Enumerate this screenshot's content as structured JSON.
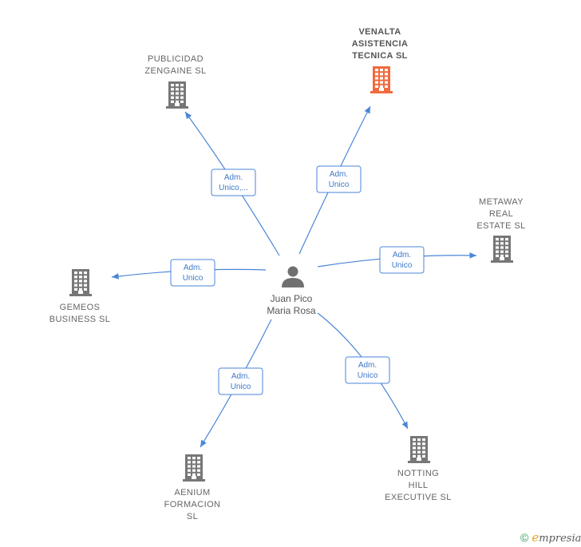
{
  "colors": {
    "edge": "#4a86d8",
    "building": "#777777",
    "building_highlight": "#f26a3d",
    "person": "#707070"
  },
  "center": {
    "name_lines": [
      "Juan Pico",
      "Maria Rosa"
    ],
    "icon": "person-icon"
  },
  "companies": [
    {
      "id": "publicidad-zengaine",
      "lines": [
        "PUBLICIDAD",
        "ZENGAINE SL"
      ],
      "highlight": false,
      "icon": "building-icon"
    },
    {
      "id": "venalta-asistencia-tecnica",
      "lines": [
        "VENALTA",
        "ASISTENCIA",
        "TECNICA SL"
      ],
      "highlight": true,
      "icon": "building-icon"
    },
    {
      "id": "metaway-real-estate",
      "lines": [
        "METAWAY",
        "REAL",
        "ESTATE SL"
      ],
      "highlight": false,
      "icon": "building-icon"
    },
    {
      "id": "gemeos-business",
      "lines": [
        "GEMEOS",
        "BUSINESS SL"
      ],
      "highlight": false,
      "icon": "building-icon"
    },
    {
      "id": "aenium-formacion",
      "lines": [
        "AENIUM",
        "FORMACION",
        "SL"
      ],
      "highlight": false,
      "icon": "building-icon"
    },
    {
      "id": "notting-hill-executive",
      "lines": [
        "NOTTING",
        "HILL",
        "EXECUTIVE SL"
      ],
      "highlight": false,
      "icon": "building-icon"
    }
  ],
  "edges": [
    {
      "to": "publicidad-zengaine",
      "role_lines": [
        "Adm.",
        "Unico,..."
      ]
    },
    {
      "to": "venalta-asistencia-tecnica",
      "role_lines": [
        "Adm.",
        "Unico"
      ]
    },
    {
      "to": "metaway-real-estate",
      "role_lines": [
        "Adm.",
        "Unico"
      ]
    },
    {
      "to": "gemeos-business",
      "role_lines": [
        "Adm.",
        "Unico"
      ]
    },
    {
      "to": "aenium-formacion",
      "role_lines": [
        "Adm.",
        "Unico"
      ]
    },
    {
      "to": "notting-hill-executive",
      "role_lines": [
        "Adm.",
        "Unico"
      ]
    }
  ],
  "brand": {
    "copyright": "©",
    "initial": "e",
    "rest": "mpresia"
  }
}
